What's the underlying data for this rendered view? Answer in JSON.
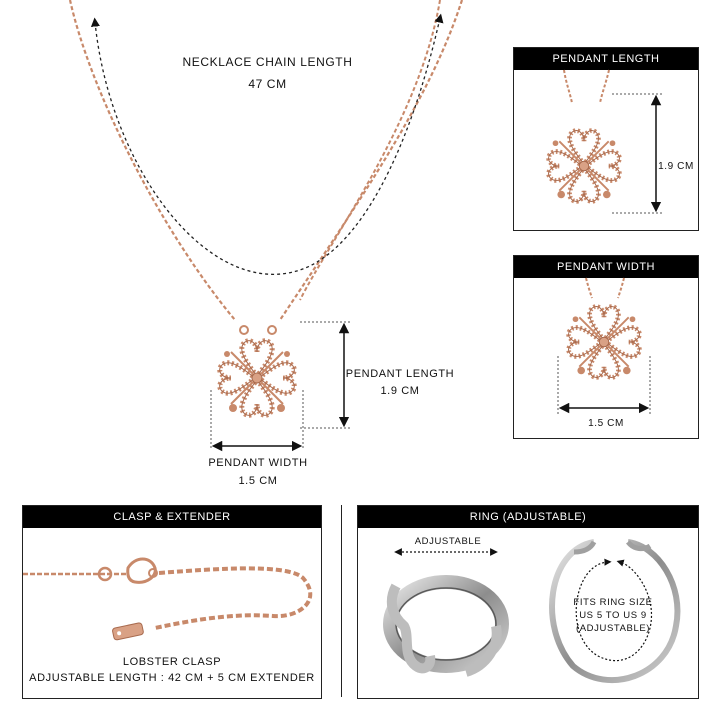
{
  "main": {
    "chain_title": "NECKLACE CHAIN LENGTH",
    "chain_value": "47 CM",
    "pendant_length_label": "PENDANT LENGTH",
    "pendant_length_value": "1.9 CM",
    "pendant_width_label": "PENDANT WIDTH",
    "pendant_width_value": "1.5 CM"
  },
  "panel_length": {
    "header": "PENDANT LENGTH",
    "value": "1.9 CM"
  },
  "panel_width": {
    "header": "PENDANT WIDTH",
    "value": "1.5 CM"
  },
  "panel_clasp": {
    "header": "CLASP & EXTENDER",
    "line1": "LOBSTER CLASP",
    "line2": "ADJUSTABLE LENGTH : 42 CM + 5 CM EXTENDER"
  },
  "panel_ring": {
    "header": "RING (ADJUSTABLE)",
    "adjustable": "ADJUSTABLE",
    "fits_1": "FITS RING SIZE",
    "fits_2": "US 5 TO US 9",
    "fits_3": "(ADJUSTABLE)"
  },
  "colors": {
    "rose_gold": "#c8896a",
    "rose_gold_dark": "#a86a4e",
    "silver": "#9a9a9a",
    "black": "#000000"
  }
}
